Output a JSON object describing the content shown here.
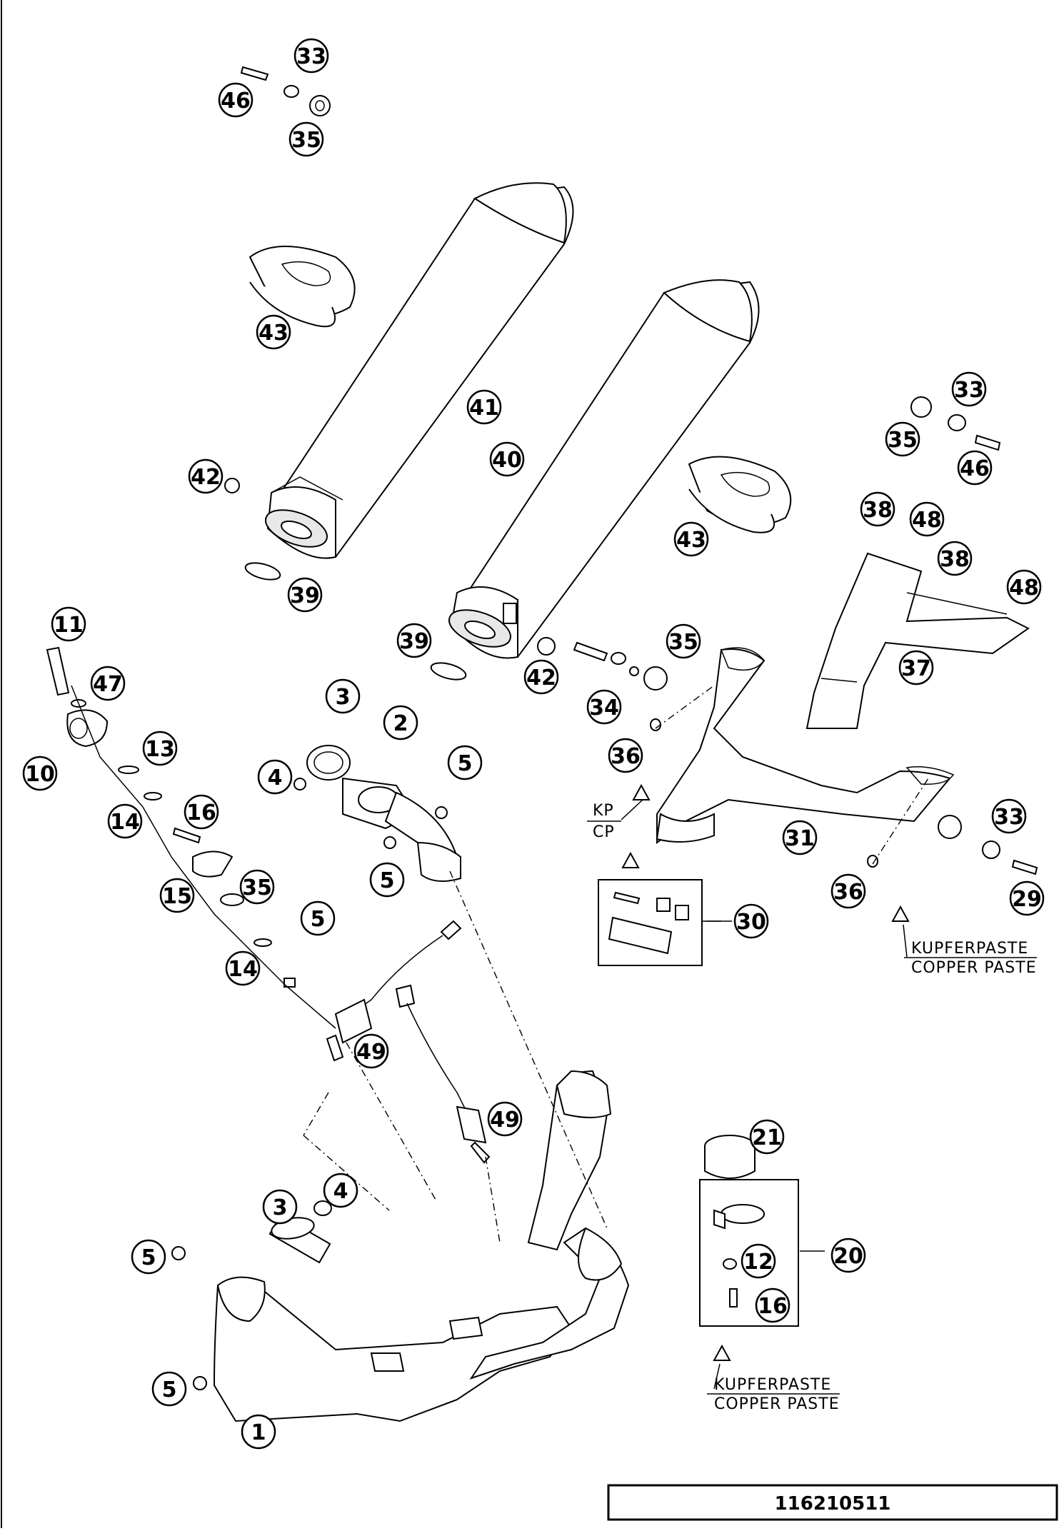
{
  "diagram": {
    "part_numbers": [
      "1",
      "2",
      "3",
      "3",
      "4",
      "4",
      "5",
      "5",
      "5",
      "5",
      "5",
      "10",
      "11",
      "12",
      "13",
      "14",
      "14",
      "15",
      "16",
      "16",
      "20",
      "21",
      "29",
      "30",
      "31",
      "33",
      "33",
      "33",
      "34",
      "35",
      "35",
      "35",
      "35",
      "36",
      "36",
      "37",
      "38",
      "38",
      "39",
      "39",
      "40",
      "41",
      "42",
      "42",
      "43",
      "43",
      "46",
      "46",
      "47",
      "48",
      "48",
      "49",
      "49"
    ],
    "labels": {
      "kp": "KP",
      "cp": "CP",
      "kupferpaste_1": "KUPFERPASTE",
      "copper_paste_1": "COPPER PASTE",
      "kupferpaste_2": "KUPFERPASTE",
      "copper_paste_2": "COPPER PASTE"
    },
    "reference_number": "116210511"
  }
}
